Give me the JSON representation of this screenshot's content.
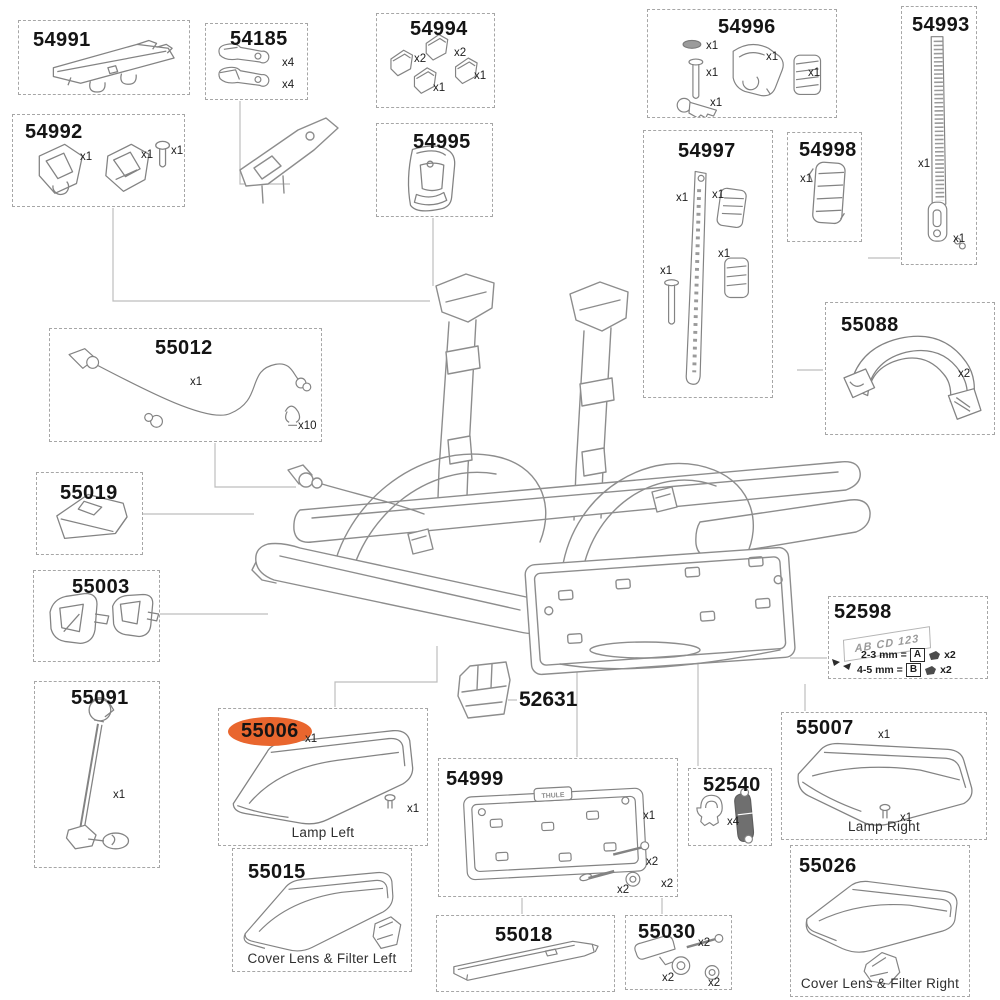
{
  "highlight_color": "#E9662E",
  "parts": {
    "p54991": {
      "number": "54991"
    },
    "p54992": {
      "number": "54992",
      "qty": [
        "x1",
        "x1",
        "x1"
      ]
    },
    "p54185": {
      "number": "54185",
      "qty": [
        "x4",
        "x4"
      ]
    },
    "p54994": {
      "number": "54994",
      "qty": [
        "x2",
        "x2",
        "x1",
        "x1"
      ]
    },
    "p54995": {
      "number": "54995"
    },
    "p54996": {
      "number": "54996",
      "qty": [
        "x1",
        "x1",
        "x1",
        "x1",
        "x1"
      ]
    },
    "p54993": {
      "number": "54993",
      "qty": [
        "x1",
        "x1"
      ]
    },
    "p54997": {
      "number": "54997",
      "qty": [
        "x1",
        "x1",
        "x1",
        "x1"
      ]
    },
    "p54998": {
      "number": "54998",
      "qty": [
        "x1"
      ]
    },
    "p55088": {
      "number": "55088",
      "qty": [
        "x2"
      ]
    },
    "p55012": {
      "number": "55012",
      "qty": [
        "x1",
        "x10"
      ]
    },
    "p55019": {
      "number": "55019"
    },
    "p55003": {
      "number": "55003"
    },
    "p55091": {
      "number": "55091",
      "qty": [
        "x1"
      ]
    },
    "p55006": {
      "number": "55006",
      "qty": [
        "x1",
        "x1"
      ],
      "caption": "Lamp Left",
      "highlighted": true
    },
    "p55015": {
      "number": "55015",
      "caption": "Cover Lens & Filter Left"
    },
    "p54999": {
      "number": "54999",
      "qty": [
        "x1",
        "x2",
        "x2",
        "x2"
      ],
      "logo_text": "THULE"
    },
    "p55018": {
      "number": "55018"
    },
    "p55030": {
      "number": "55030",
      "qty": [
        "x2",
        "x2",
        "x2"
      ]
    },
    "p52631": {
      "number": "52631"
    },
    "p52540": {
      "number": "52540",
      "qty": [
        "x4"
      ]
    },
    "p52598": {
      "number": "52598",
      "plate_text": "AB CD 123",
      "rows": [
        {
          "label": "2-3 mm =",
          "code": "A",
          "qty": "x2"
        },
        {
          "label": "4-5 mm =",
          "code": "B",
          "qty": "x2"
        }
      ]
    },
    "p55007": {
      "number": "55007",
      "qty": [
        "x1",
        "x1"
      ],
      "caption": "Lamp Right"
    },
    "p55026": {
      "number": "55026",
      "caption": "Cover Lens & Filter Right"
    }
  }
}
